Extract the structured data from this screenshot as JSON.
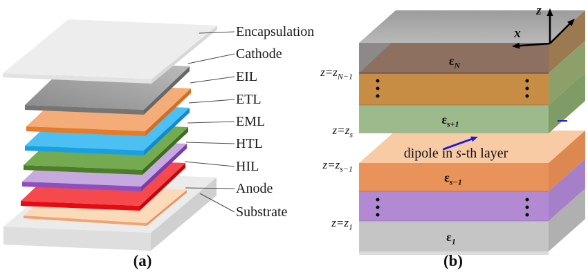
{
  "panel_a": {
    "caption": "(a)",
    "layers": [
      {
        "label": "Encapsulation",
        "top": "#ededed",
        "front": "#e2e2e2",
        "side": "#d8d8d8"
      },
      {
        "label": "Cathode",
        "top": "#8a8a8a",
        "top2": "#bdbdbd",
        "front": "#757575",
        "side": "#676767"
      },
      {
        "label": "EIL",
        "top": "#f4ad79",
        "front": "#e87b28",
        "side": "#d56d1f"
      },
      {
        "label": "ETL",
        "top": "#4cc0f2",
        "front": "#17a0e4",
        "side": "#0e8cd2"
      },
      {
        "label": "EML",
        "top": "#74aa50",
        "front": "#4d7d29",
        "side": "#406c21"
      },
      {
        "label": "HTL",
        "top": "#c6a9de",
        "front": "#8f4fc0",
        "side": "#7a3bae"
      },
      {
        "label": "HIL",
        "top": "#f5494e",
        "front": "#e60b12",
        "side": "#c3060c"
      },
      {
        "label": "Anode",
        "top": "#fbdaba",
        "front": "#f0a473",
        "side": "#e69763"
      },
      {
        "label": "Substrate",
        "top": "#ebebeb",
        "front": "#dedede",
        "side": "#d0d0d0"
      }
    ],
    "leader_color": "#4a4a4a"
  },
  "panel_b": {
    "caption": "(b)",
    "axes": {
      "z": "z",
      "x": "x"
    },
    "top_face": {
      "light": "#b8b8b8",
      "dark": "#9c9c9c"
    },
    "upper_bands": [
      {
        "front": "#8d7060",
        "side": "#9b7a52",
        "left_gray": "#8c8c8c",
        "dots": false
      },
      {
        "front": "#c88d44",
        "side": "#8da06a",
        "dots": true
      },
      {
        "front": "#9cba8b",
        "side": "#7f9c64",
        "dots": false
      }
    ],
    "s_layer_top": "#f8cba5",
    "lower_bands": [
      {
        "front": "#e9925a",
        "side": "#dd8850",
        "dots": false
      },
      {
        "front": "#b28ad4",
        "side": "#a67fc9",
        "dots": true
      },
      {
        "front": "#c5c5c5",
        "side": "#b0b0b0",
        "dots": false
      }
    ],
    "eps_labels": [
      {
        "sym": "ε",
        "sub": "N"
      },
      {
        "sym": "ε",
        "sub": "s+1"
      },
      {
        "sym": "ε",
        "sub": "s−1"
      },
      {
        "sym": "ε",
        "sub": "1"
      }
    ],
    "z_labels": [
      {
        "pre": "z=z",
        "sub": "N−1"
      },
      {
        "pre": "z=z",
        "sub": "s"
      },
      {
        "pre": "z=z",
        "sub": "s−1"
      },
      {
        "pre": "z=z",
        "sub": "1"
      }
    ],
    "dipole": {
      "pre": "dipole in ",
      "italic": "s",
      "post": "-th layer",
      "arrow_color": "#1a1ae0"
    },
    "axis_color": "#000000",
    "dot_color": "#000000"
  }
}
